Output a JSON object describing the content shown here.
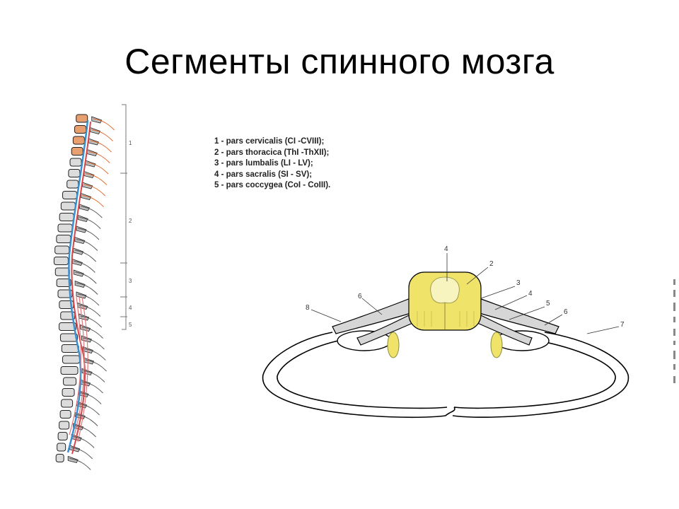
{
  "slide": {
    "title": "Сегменты спинного мозга"
  },
  "legend": {
    "items": [
      "1 - pars cervicalis (CI -CVIII);",
      "2 - pars thoracica (ThI -ThXII);",
      "3 - pars lumbalis (LI - LV);",
      "4 - pars sacralis (SI - SV);",
      "5 - pars coccygea (CoI - CoIII)."
    ]
  },
  "spine_figure": {
    "segment_labels": [
      "1",
      "2",
      "3",
      "4",
      "5"
    ]
  },
  "cross_section": {
    "number_labels": [
      "4",
      "2",
      "3",
      "4",
      "5",
      "6",
      "7",
      "6",
      "8"
    ]
  },
  "colors": {
    "gray_matter": "#f0e36a",
    "nerve_red": "#d8454a",
    "vessel_blue": "#3a8fd0",
    "outline": "#000000"
  }
}
